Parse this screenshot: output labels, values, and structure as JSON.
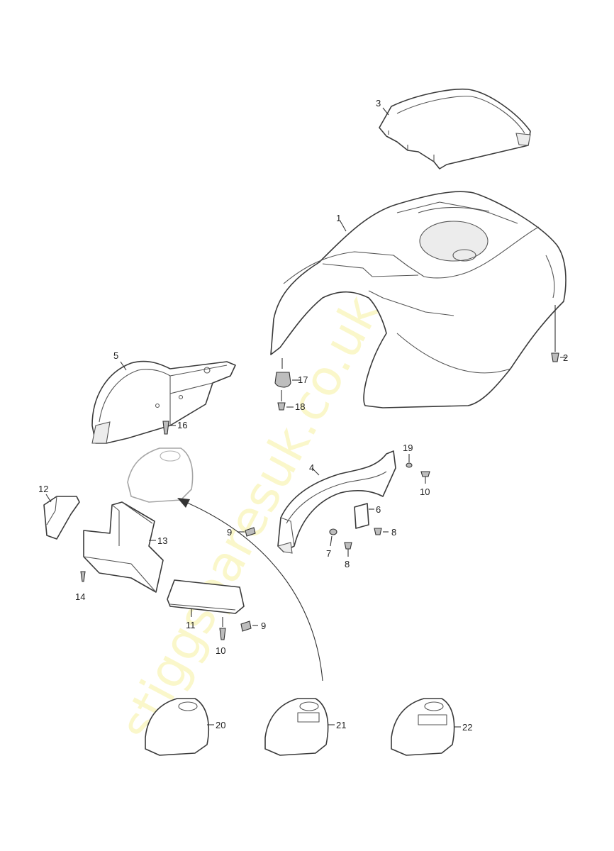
{
  "watermark": "stiggsparesuk.co.uk",
  "labels": {
    "p1": "1",
    "p2": "2",
    "p3": "3",
    "p4": "4",
    "p5": "5",
    "p6": "6",
    "p7": "7",
    "p8a": "8",
    "p8b": "8",
    "p9a": "9",
    "p9b": "9",
    "p10a": "10",
    "p10b": "10",
    "p11": "11",
    "p12": "12",
    "p13": "13",
    "p14": "14",
    "p16": "16",
    "p17": "17",
    "p18": "18",
    "p19": "19",
    "p20": "20",
    "p21": "21",
    "p22": "22"
  },
  "colors": {
    "line": "#3a3a3a",
    "watermark": "#f3e96a"
  }
}
